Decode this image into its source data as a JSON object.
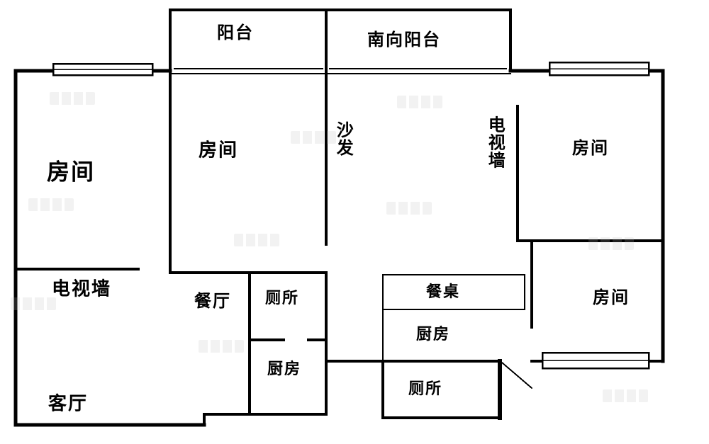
{
  "floorplan": {
    "labels": {
      "balcony": "阳台",
      "south_balcony": "南向阳台",
      "bedroom_left": "房间",
      "bedroom_middle": "房间",
      "sofa": "沙发",
      "tv_wall_right": "电视墙",
      "bedroom_right_top": "房间",
      "tv_wall_left": "电视墙",
      "dining_room": "餐厅",
      "toilet_middle": "厕所",
      "kitchen_middle": "厨房",
      "dining_table": "餐桌",
      "kitchen_right": "厨房",
      "bedroom_right_bottom": "房间",
      "toilet_bottom": "厕所",
      "living_room": "客厅"
    },
    "colors": {
      "walls": "#000000",
      "background": "#ffffff",
      "watermark": "#bbbbbb"
    }
  }
}
